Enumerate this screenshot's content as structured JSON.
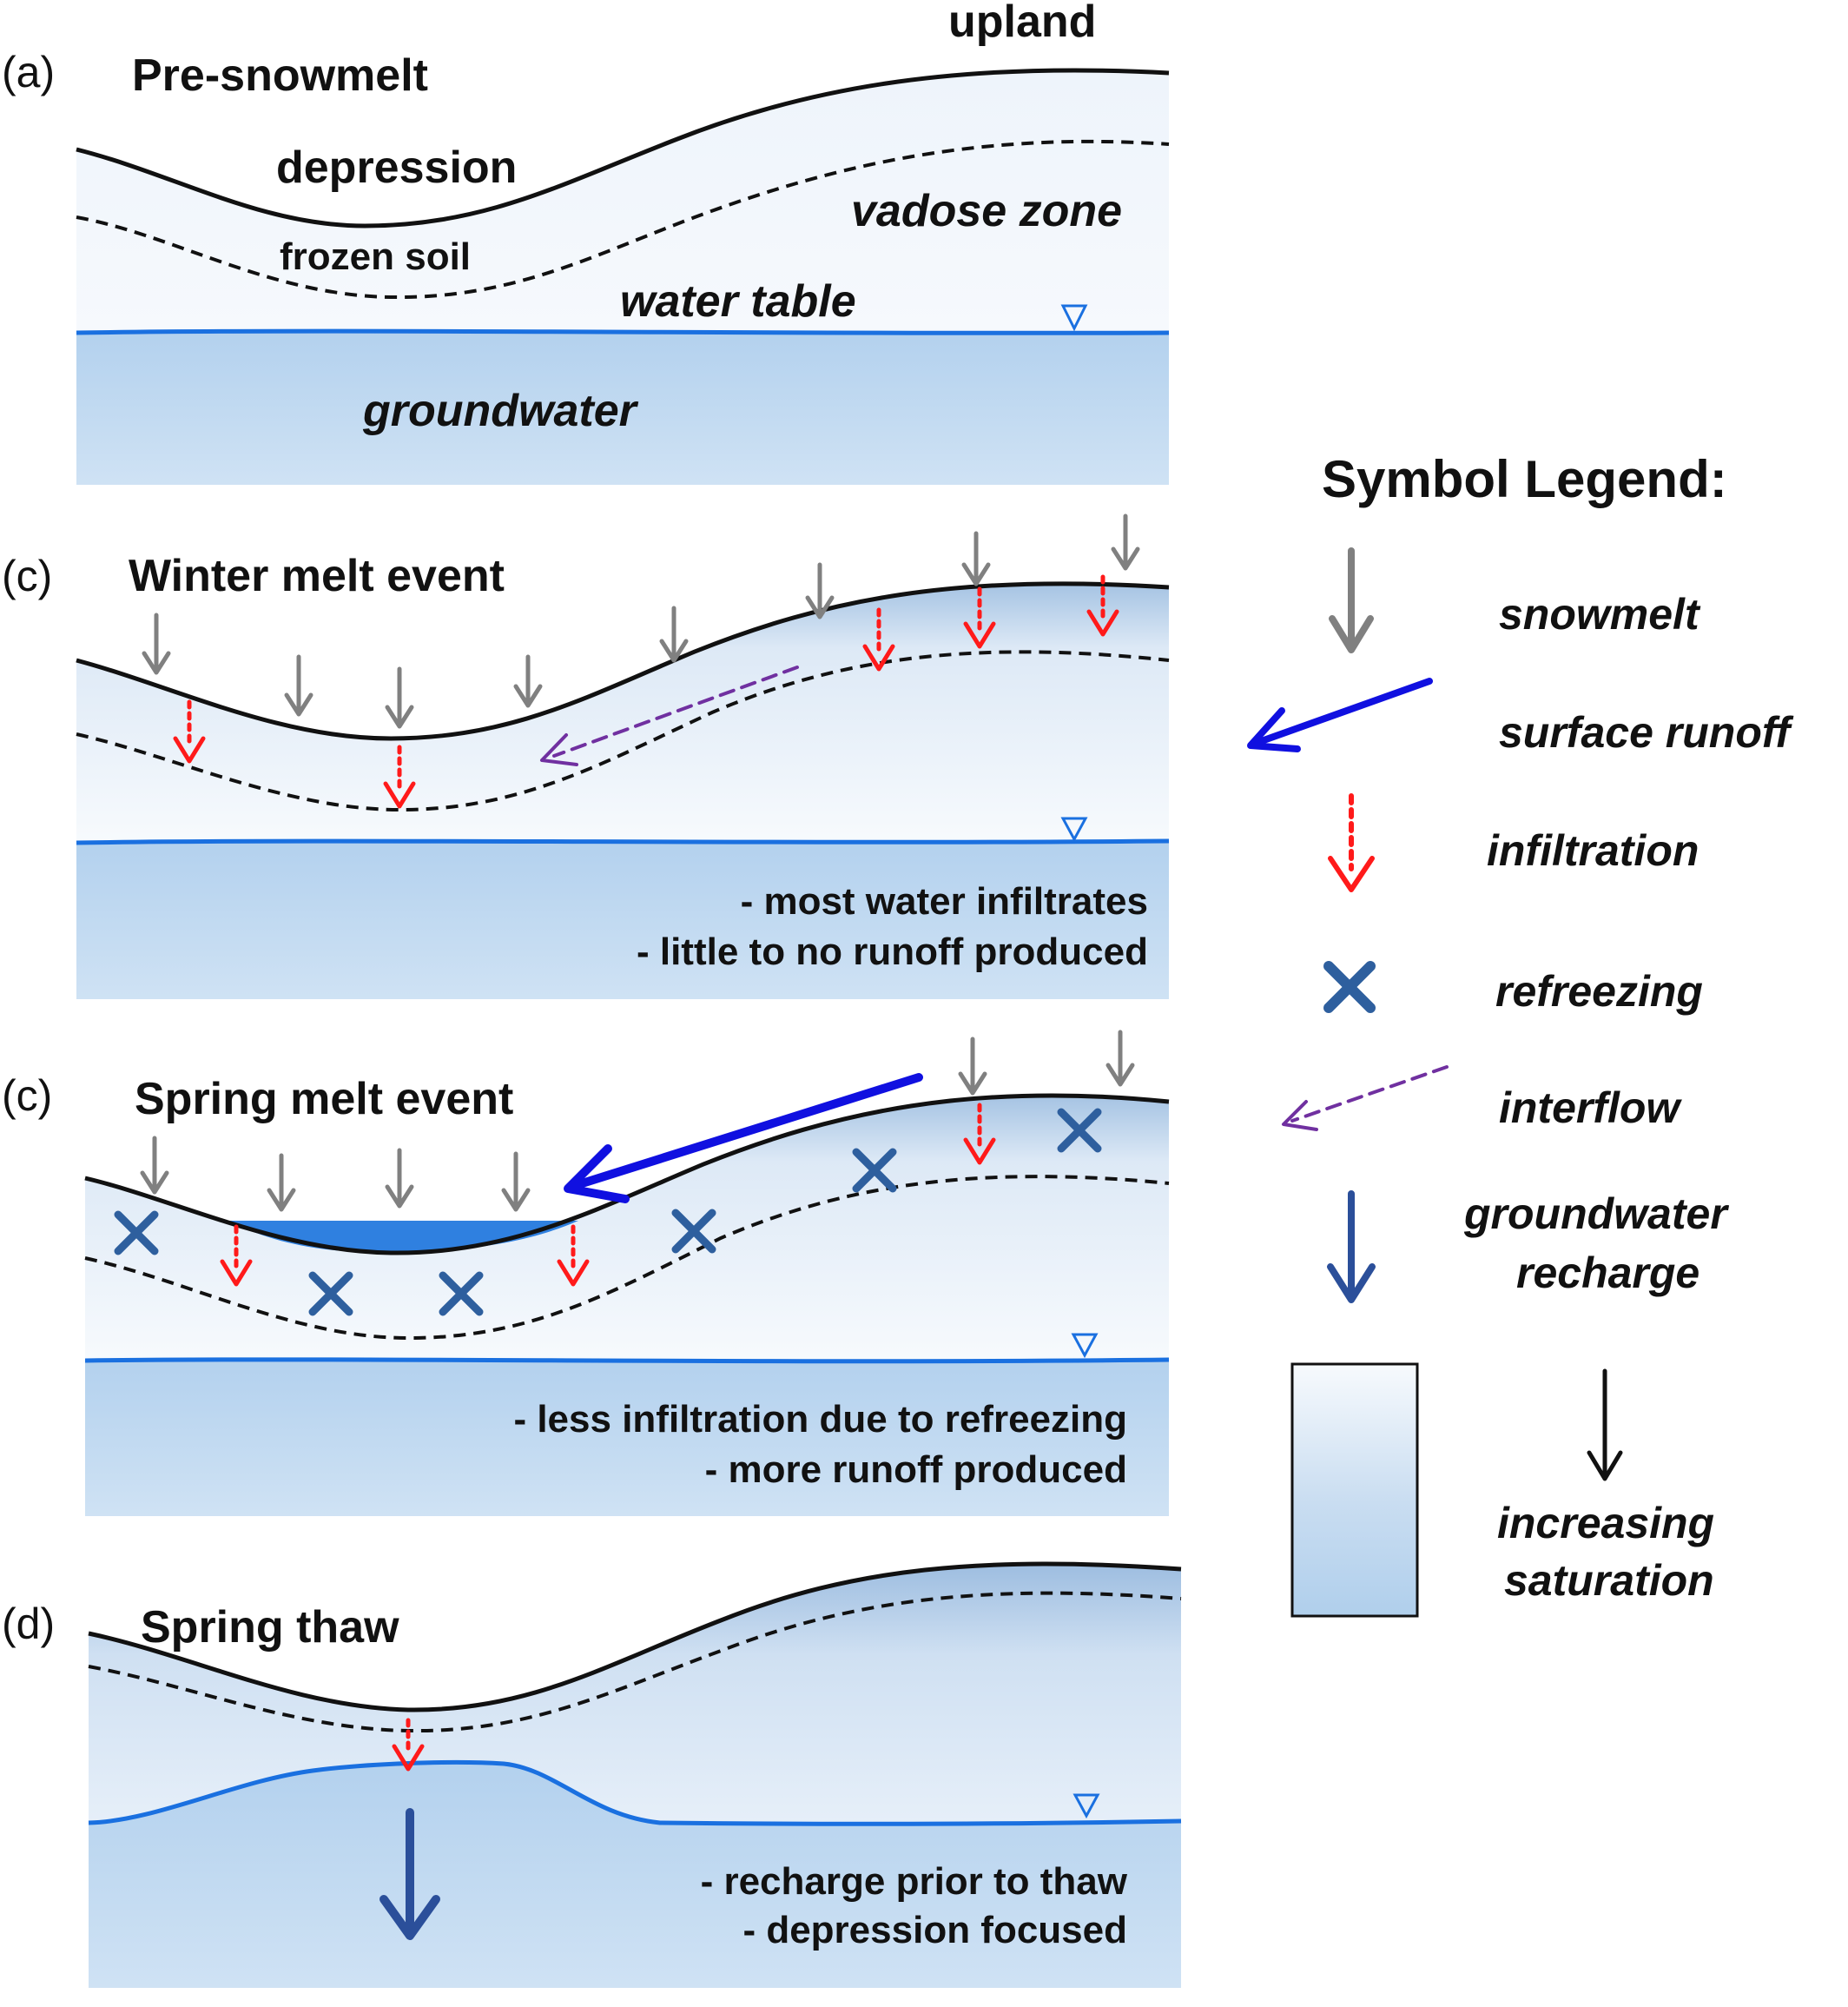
{
  "panels": [
    {
      "id": "(a)",
      "title": "Pre-snowmelt",
      "labels": {
        "upland": "upland",
        "depression": "depression",
        "vadose_zone": "vadose zone",
        "frozen_soil": "frozen soil",
        "water_table": "water table",
        "groundwater": "groundwater"
      }
    },
    {
      "id": "(c)",
      "title": "Winter melt event",
      "notes": [
        "- most water infiltrates",
        "- little to no runoff produced"
      ]
    },
    {
      "id": "(c)",
      "title": "Spring melt event",
      "notes": [
        "- less infiltration due to refreezing",
        "- more runoff produced"
      ]
    },
    {
      "id": "(d)",
      "title": "Spring thaw",
      "notes": [
        "- recharge prior to thaw",
        "- depression focused"
      ]
    }
  ],
  "legend": {
    "title": "Symbol Legend:",
    "items": [
      {
        "label": "snowmelt",
        "icon": "snowmelt-arrow-icon",
        "color": "#808080"
      },
      {
        "label": "surface runoff",
        "icon": "surface-runoff-arrow-icon",
        "color": "#1010e0"
      },
      {
        "label": "infiltration",
        "icon": "infiltration-arrow-icon",
        "color": "#ff0000"
      },
      {
        "label": "refreezing",
        "icon": "refreezing-x-icon",
        "color": "#2e5f9e"
      },
      {
        "label": "interflow",
        "icon": "interflow-arrow-icon",
        "color": "#7030a0"
      },
      {
        "label": "groundwater",
        "label2": "recharge",
        "icon": "recharge-arrow-icon",
        "color": "#2b4f9a"
      }
    ],
    "saturation": {
      "label": "increasing",
      "label2": "saturation"
    }
  },
  "colors": {
    "soil_top": "#f4f8fc",
    "groundwater": "#b6d3ee",
    "water_table_line": "#1a70e0",
    "ponded_water": "#2f80e0"
  }
}
